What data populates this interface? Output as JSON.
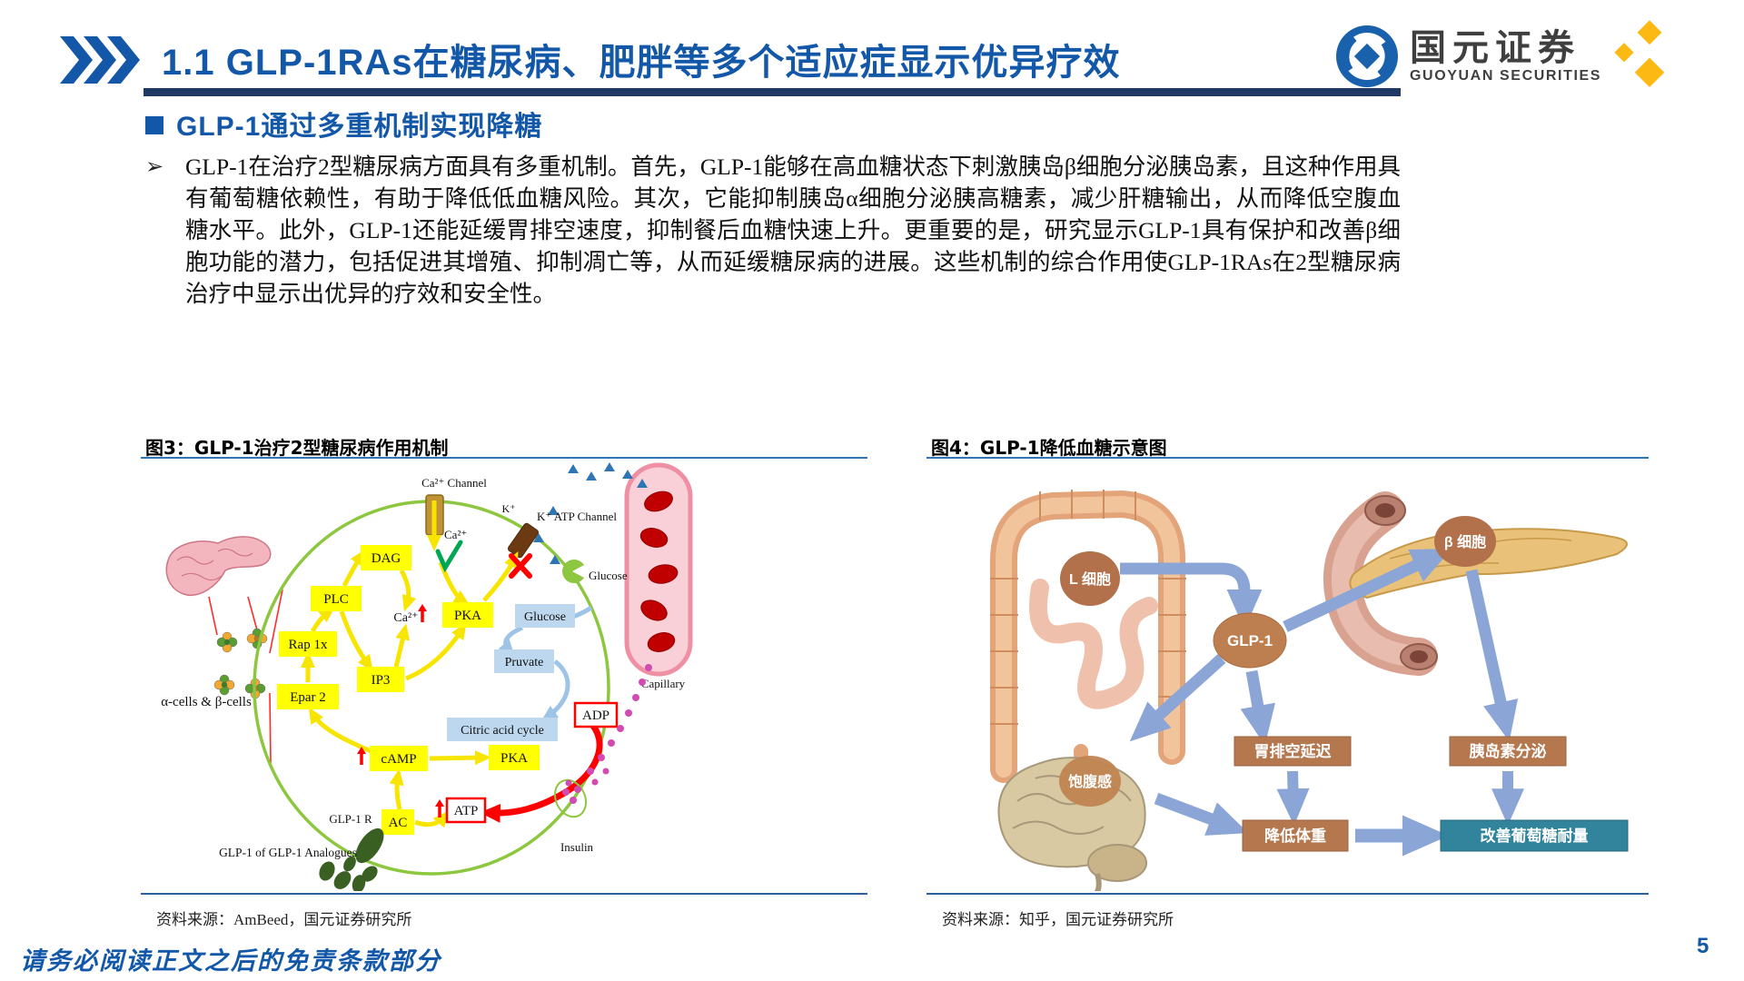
{
  "header": {
    "title": "1.1 GLP-1RAs在糖尿病、肥胖等多个适应症显示优异疗效",
    "logo_cn": "国元证券",
    "logo_en": "GUOYUAN SECURITIES"
  },
  "section": {
    "bullet": "➢",
    "heading": "GLP-1通过多重机制实现降糖",
    "paragraph": "GLP-1在治疗2型糖尿病方面具有多重机制。首先，GLP-1能够在高血糖状态下刺激胰岛β细胞分泌胰岛素，且这种作用具有葡萄糖依赖性，有助于降低低血糖风险。其次，它能抑制胰岛α细胞分泌胰高糖素，减少肝糖输出，从而降低空腹血糖水平。此外，GLP-1还能延缓胃排空速度，抑制餐后血糖快速上升。更重要的是，研究显示GLP-1具有保护和改善β细胞功能的潜力，包括促进其增殖、抑制凋亡等，从而延缓糖尿病的进展。这些机制的综合作用使GLP-1RAs在2型糖尿病治疗中显示出优异的疗效和安全性。"
  },
  "fig3": {
    "caption": "图3：GLP-1治疗2型糖尿病作用机制",
    "source": "资料来源：AmBeed，国元证券研究所",
    "labels": {
      "ca_channel": "Ca²⁺ Channel",
      "ca_ion_top": "Ca²⁺",
      "k_ion": "K⁺",
      "k_atp_channel": "K⁺ ATP Channel",
      "dag": "DAG",
      "plc": "PLC",
      "rap": "Rap 1x",
      "epar": "Epar 2",
      "ip3": "IP3",
      "pka_upper": "PKA",
      "ca_ion_mid": "Ca²⁺",
      "glucose_outside": "Glucose",
      "glucose_inside": "Glucose",
      "pruvate": "Pruvate",
      "citric": "Citric acid cycle",
      "adp": "ADP",
      "camp": "cAMP",
      "pka_lower": "PKA",
      "atp": "ATP",
      "ac": "AC",
      "glp1r": "GLP-1 R",
      "glp1_analogues": "GLP-1 of GLP-1 Analogues",
      "alpha_beta_cells": "α-cells & β-cells",
      "capillary": "Capillary",
      "insulin": "Insulin"
    }
  },
  "fig4": {
    "caption": "图4：GLP-1降低血糖示意图",
    "source": "资料来源：知乎，国元证券研究所",
    "labels": {
      "l_cell": "L 细胞",
      "beta_cell": "β 细胞",
      "glp1": "GLP-1",
      "satiety": "饱腹感",
      "gastric_emptying": "胃排空延迟",
      "insulin_secretion": "胰岛素分泌",
      "weight_loss": "降低体重",
      "glucose_tolerance": "改善葡萄糖耐量"
    }
  },
  "footer": {
    "disclaimer": "请务必阅读正文之后的免责条款部分",
    "page": "5"
  },
  "colors": {
    "title_blue": "#1358a8",
    "bar_navy": "#1f3864",
    "caption_line": "#2e75b6",
    "logo_gold": "#fdb913",
    "fig4_arrow": "#8ba5d7",
    "fig4_brown": "#b5774e",
    "fig4_teal": "#31849b"
  }
}
